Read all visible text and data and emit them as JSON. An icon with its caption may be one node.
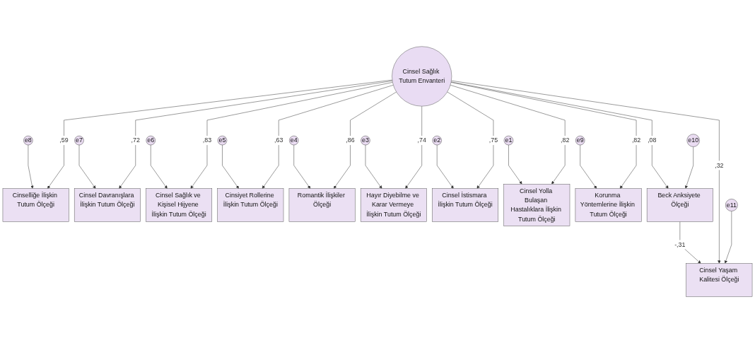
{
  "diagram": {
    "nodes": [
      {
        "text": [
          "e8"
        ]
      },
      {
        "text": [
          "Cinselliğe İlişkin Tutum Ölçeği"
        ]
      },
      {
        "text": [
          "e7"
        ]
      },
      {
        "text": [
          "Cinsel Davranışlara İlişkin Tutum Ölçeği"
        ]
      },
      {
        "text": [
          "e6"
        ]
      },
      {
        "text": [
          "Cinsel Sağlık ve Kişisel Hijyene İlişkin Tutum Ölçeği"
        ]
      },
      {
        "text": [
          "e5"
        ]
      },
      {
        "text": [
          "Cinsiyet Rollerine İlişkin Tutum Ölçeği"
        ]
      },
      {
        "text": [
          "e4"
        ]
      },
      {
        "text": [
          "Romantik İlişkiler Ölçeği"
        ]
      },
      {
        "text": [
          "e3"
        ]
      },
      {
        "text": [
          "Hayır Diyebilme ve Karar Vermeye İlişkin Tutum Ölçeği"
        ]
      },
      {
        "text": [
          "e2"
        ]
      },
      {
        "text": [
          "Cinsel İstismara İlişkin Tutum Ölçeği"
        ]
      },
      {
        "text": [
          "e1"
        ]
      },
      {
        "text": [
          "Cinsel Yolla Bulaşan Hastalıklara İlişkin Tutum Ölçeği"
        ]
      },
      {
        "text": [
          "e9"
        ]
      },
      {
        "text": [
          "Korunma Yöntemlerine İlişkin Tutum Ölçeği"
        ]
      },
      {
        "text": [
          "Cinsel Sağlık Tutum Envanteri"
        ]
      },
      {
        "text": [
          "e10"
        ]
      },
      {
        "text": [
          "Beck Anksiyete Ölçeği"
        ]
      },
      {
        "text": [
          "e11"
        ]
      },
      {
        "text": [
          "Cinsel Yaşam Kalitesi Ölçeği"
        ]
      }
    ],
    "edges": [
      {
        "from": 0,
        "to": 1,
        "arrow": "to"
      },
      {
        "from": 2,
        "to": 3,
        "arrow": "to"
      },
      {
        "from": 4,
        "to": 5,
        "arrow": "to"
      },
      {
        "from": 6,
        "to": 7,
        "arrow": "to"
      },
      {
        "from": 8,
        "to": 9,
        "arrow": "to"
      },
      {
        "from": 10,
        "to": 11,
        "arrow": "to"
      },
      {
        "from": 12,
        "to": 13,
        "arrow": "to"
      },
      {
        "from": 14,
        "to": 15,
        "arrow": "to"
      },
      {
        "from": 16,
        "to": 17,
        "arrow": "to"
      },
      {
        "from": 18,
        "to": 1,
        "arrow": "to",
        "label": ",59"
      },
      {
        "from": 18,
        "to": 3,
        "arrow": "to",
        "label": ",72"
      },
      {
        "from": 18,
        "to": 5,
        "arrow": "to",
        "label": ",83"
      },
      {
        "from": 18,
        "to": 7,
        "arrow": "to",
        "label": ",63"
      },
      {
        "from": 18,
        "to": 9,
        "arrow": "to",
        "label": ",86"
      },
      {
        "from": 18,
        "to": 11,
        "arrow": "to",
        "label": ",74"
      },
      {
        "from": 18,
        "to": 13,
        "arrow": "to",
        "label": ",75"
      },
      {
        "from": 18,
        "to": 15,
        "arrow": "to",
        "label": ",82"
      },
      {
        "from": 18,
        "to": 17,
        "arrow": "to",
        "label": ",82"
      },
      {
        "from": 18,
        "to": 20,
        "arrow": "to",
        "label": ",08"
      },
      {
        "from": 20,
        "to": 22,
        "arrow": "to",
        "label": "-,31"
      },
      {
        "from": 18,
        "to": 22,
        "arrow": "to",
        "label": ",32"
      },
      {
        "from": 19,
        "to": 20,
        "arrow": "to"
      },
      {
        "from": 21,
        "to": 22,
        "arrow": "to"
      }
    ]
  }
}
